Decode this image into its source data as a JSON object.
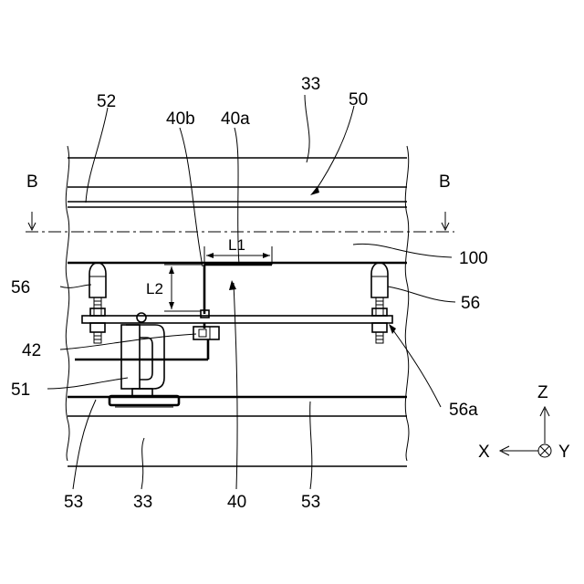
{
  "labels": {
    "l33_top": "33",
    "l52": "52",
    "l40b": "40b",
    "l40a": "40a",
    "l50": "50",
    "b_left": "B",
    "b_right": "B",
    "lL1": "L1",
    "lL2": "L2",
    "l100": "100",
    "l56_left": "56",
    "l56_right": "56",
    "l42": "42",
    "l51": "51",
    "l56a": "56a",
    "l53_left": "53",
    "l33_bottom": "33",
    "l40": "40",
    "l53_right": "53"
  },
  "axes": {
    "z": "Z",
    "x": "X",
    "y": "Y"
  }
}
